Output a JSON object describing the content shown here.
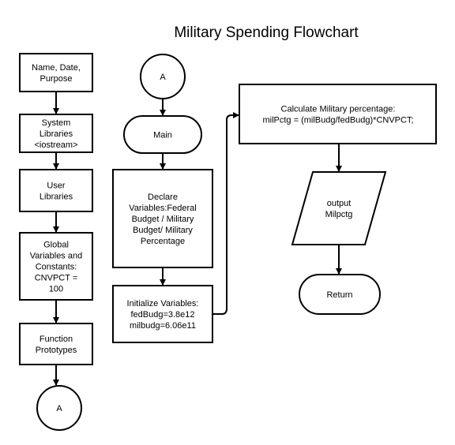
{
  "diagram": {
    "title": "Military Spending Flowchart",
    "nodes": {
      "header_comment": [
        "Name, Date,",
        "Purpose"
      ],
      "system_libraries": [
        "System",
        "Libraries",
        "<iostream>"
      ],
      "user_libraries": [
        "User",
        "Libraries"
      ],
      "global_vars": [
        "Global",
        "Variables and",
        "Constants:",
        "CNVPCT =",
        "100"
      ],
      "function_prototypes": [
        "Function",
        "Prototypes"
      ],
      "connector_off": [
        "A"
      ],
      "connector_on": [
        "A"
      ],
      "main": [
        "Main"
      ],
      "declare_vars": [
        "Declare",
        "Variables:Federal",
        "Budget / Military",
        "Budget/ Military",
        "Percentage"
      ],
      "init_vars": [
        "Initialize Variables:",
        "fedBudg=3.8e12",
        "milbudg=6.06e11"
      ],
      "calc": [
        "Calculate Military percentage:",
        "milPctg = (milBudg/fedBudg)*CNVPCT;"
      ],
      "output": [
        "output",
        "Milpctg"
      ],
      "return": [
        "Return"
      ]
    }
  }
}
